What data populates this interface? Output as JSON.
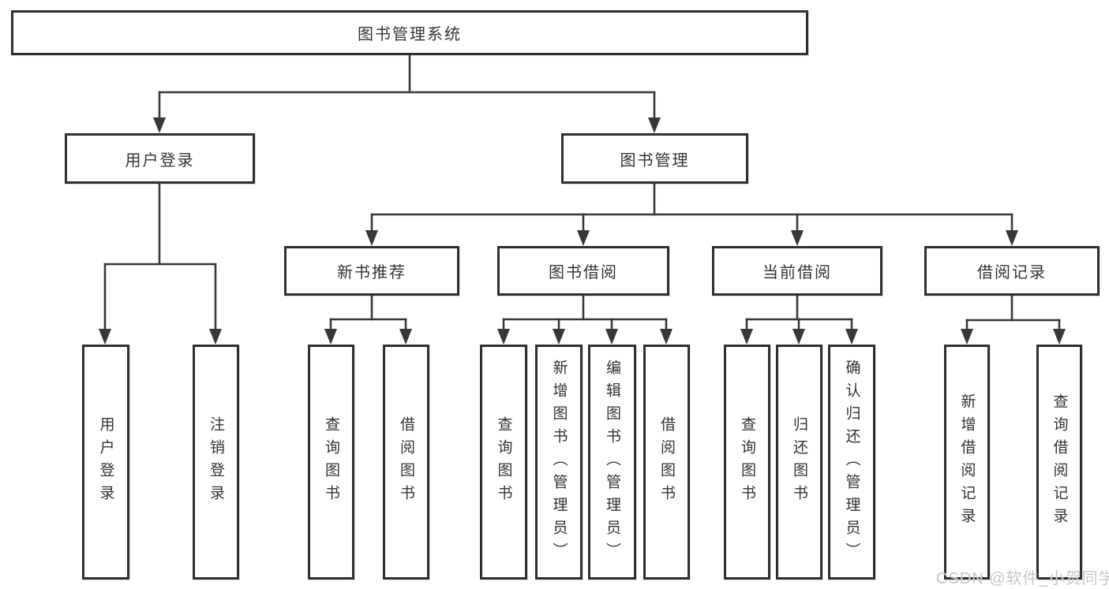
{
  "tree": {
    "label": "图书管理系统",
    "children": [
      {
        "label": "用户登录",
        "children": [
          {
            "label": "用户登录"
          },
          {
            "label": "注销登录"
          }
        ]
      },
      {
        "label": "图书管理",
        "children": [
          {
            "label": "新书推荐",
            "children": [
              {
                "label": "查询图书"
              },
              {
                "label": "借阅图书"
              }
            ]
          },
          {
            "label": "图书借阅",
            "children": [
              {
                "label": "查询图书"
              },
              {
                "label": "新增图书（管理员）"
              },
              {
                "label": "编辑图书（管理员）"
              },
              {
                "label": "借阅图书"
              }
            ]
          },
          {
            "label": "当前借阅",
            "children": [
              {
                "label": "查询图书"
              },
              {
                "label": "归还图书"
              },
              {
                "label": "确认归还（管理员）"
              }
            ]
          },
          {
            "label": "借阅记录",
            "children": [
              {
                "label": "新增借阅记录"
              },
              {
                "label": "查询借阅记录"
              }
            ]
          }
        ]
      }
    ]
  },
  "watermark": "CSDN @软件_小贺同学",
  "colors": {
    "line": "#383838",
    "box_border": "#2f2f2f",
    "text": "#333333",
    "background": "#ffffff",
    "watermark": "#c3c7cc"
  }
}
